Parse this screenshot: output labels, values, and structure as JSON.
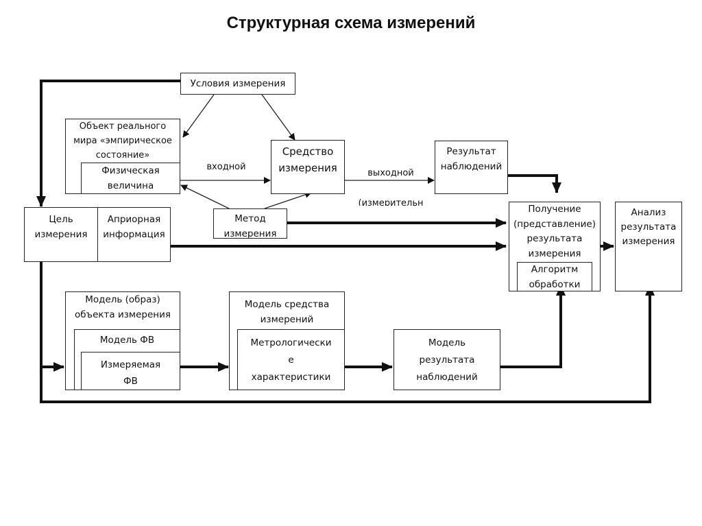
{
  "title": "Структурная схема измерений",
  "nodes": {
    "conditions": "Условия измерения",
    "object": "Объект реального\nмира «эмпирическое\nсостояние»",
    "physical_quantity": "Физическая\nвеличина",
    "instrument": "Средство\nизмерения",
    "observation_result": "Результат\nнаблюдений",
    "goal": "Цель\nизмерения",
    "apriori": "Априорная\nинформация",
    "method": "Метод\nизмерения",
    "obtaining": "Получение\n(представление)\nрезультата\nизмерения",
    "algorithm": "Алгоритм\nобработки",
    "analysis": "Анализ\nрезультата\nизмерения",
    "object_model": "Модель (образ)\nобъекта измерения",
    "pv_model": "Модель ФВ",
    "measured_pv": "Измеряемая\nФВ",
    "instrument_model": "Модель средства\nизмерений",
    "metrological": "Метрологически\nе\nхарактеристики",
    "observation_model": "Модель\nрезультата\nнаблюдений"
  },
  "edge_labels": {
    "input": "входной",
    "output": "выходной\n\n(измерительн\nый) сигнал"
  }
}
